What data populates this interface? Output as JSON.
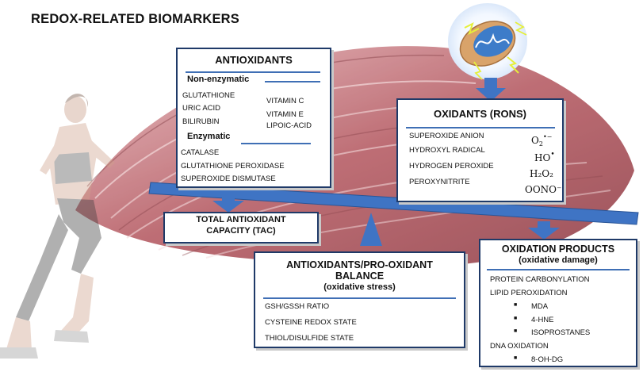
{
  "title": "REDOX-RELATED BIOMARKERS",
  "colors": {
    "border": "#1f3a68",
    "accent_blue": "#3f74c4",
    "muscle": "#b55a62",
    "mitochondrion": "#d9a36a"
  },
  "icons": {
    "runner": "runner-silhouette",
    "muscle": "muscle-fibers",
    "mitochondrion": "mitochondrion"
  },
  "antioxidants": {
    "title": "ANTIOXIDANTS",
    "non_enzymatic_heading": "Non-enzymatic",
    "non_enzymatic_left": [
      "GLUTATHIONE",
      "URIC ACID",
      "BILIRUBIN"
    ],
    "non_enzymatic_right": [
      "VITAMIN C",
      "VITAMIN E",
      "LIPOIC-ACID"
    ],
    "enzymatic_heading": "Enzymatic",
    "enzymatic": [
      "CATALASE",
      "GLUTATHIONE PEROXIDASE",
      "SUPEROXIDE DISMUTASE"
    ]
  },
  "oxidants": {
    "title": "OXIDANTS (RONS)",
    "items": [
      "SUPEROXIDE ANION",
      "HYDROXYL RADICAL",
      "HYDROGEN PEROXIDE",
      "PEROXYNITRITE"
    ],
    "formula_o2_base": "O",
    "formula_o2_sub": "2",
    "formula_o2_sup": "•−",
    "formula_ho_base": "HO",
    "formula_ho_sup": "•",
    "formula_h2o2": "H₂O₂",
    "formula_oono": "OONO⁻"
  },
  "tac": {
    "line1": "TOTAL ANTIOXIDANT",
    "line2": "CAPACITY (TAC)"
  },
  "balance": {
    "line1": "ANTIOXIDANTS/PRO-OXIDANT",
    "line2": "BALANCE",
    "subtitle": "(oxidative stress)",
    "items": [
      "GSH/GSSH RATIO",
      "CYSTEINE REDOX STATE",
      "THIOL/DISULFIDE  STATE"
    ]
  },
  "products": {
    "title": "OXIDATION PRODUCTS",
    "subtitle": "(oxidative damage)",
    "protein": "PROTEIN CARBONYLATION",
    "lipid": "LIPID PEROXIDATION",
    "lipid_items": [
      "MDA",
      "4-HNE",
      "ISOPROSTANES"
    ],
    "dna": "DNA OXIDATION",
    "dna_items": [
      "8-OH-DG"
    ]
  }
}
